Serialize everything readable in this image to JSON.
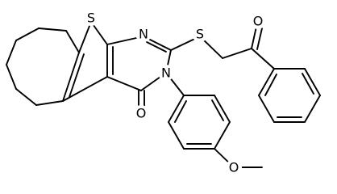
{
  "atoms": {
    "thiophene_s": "S",
    "pyrimidine_n_top": "N",
    "pyrimidine_n_bottom": "N",
    "thioether_s": "S",
    "carbonyl_o_pyrimidinone": "O",
    "carbonyl_o_ketone": "O",
    "methoxy_o": "O"
  }
}
